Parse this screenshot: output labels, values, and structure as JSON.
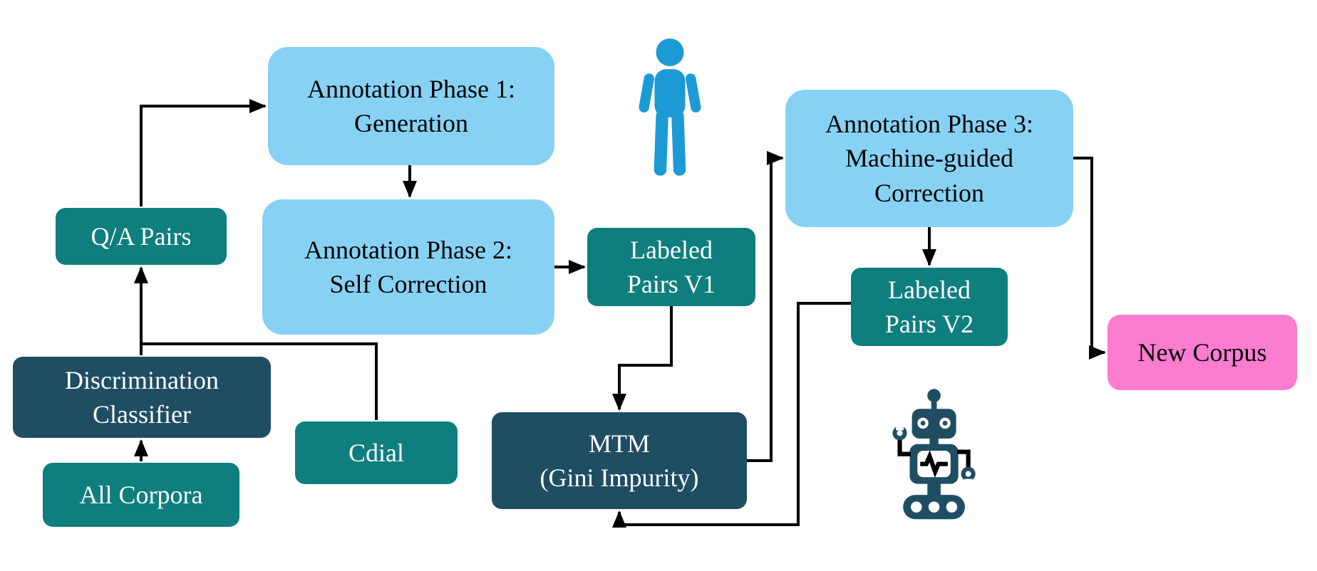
{
  "diagram": {
    "title_hint": "annotation pipeline flowchart",
    "nodes": {
      "phase1": {
        "label": "Annotation Phase 1:\nGeneration"
      },
      "qa_pairs": {
        "label": "Q/A Pairs"
      },
      "phase2": {
        "label": "Annotation Phase 2:\nSelf Correction"
      },
      "labeled_v1": {
        "label": "Labeled\nPairs V1"
      },
      "phase3": {
        "label": "Annotation Phase 3:\nMachine-guided\nCorrection"
      },
      "labeled_v2": {
        "label": "Labeled\nPairs V2"
      },
      "new_corpus": {
        "label": "New Corpus"
      },
      "discrimination_classifier": {
        "label": "Discrimination\nClassifier"
      },
      "cdial": {
        "label": "Cdial"
      },
      "all_corpora": {
        "label": "All Corpora"
      },
      "mtm": {
        "label": "MTM\n(Gini Impurity)"
      }
    },
    "colors": {
      "phase_box": "#87d2f4",
      "data_box": "#0f7e7e",
      "model_box": "#1f4e63",
      "output_box": "#fb7cd1",
      "person_icon": "#1c9ad6",
      "robot_icon": "#1f4e63",
      "arrow": "#000000"
    },
    "icons": {
      "person": "human-annotator-icon",
      "robot": "robot-icon"
    }
  }
}
